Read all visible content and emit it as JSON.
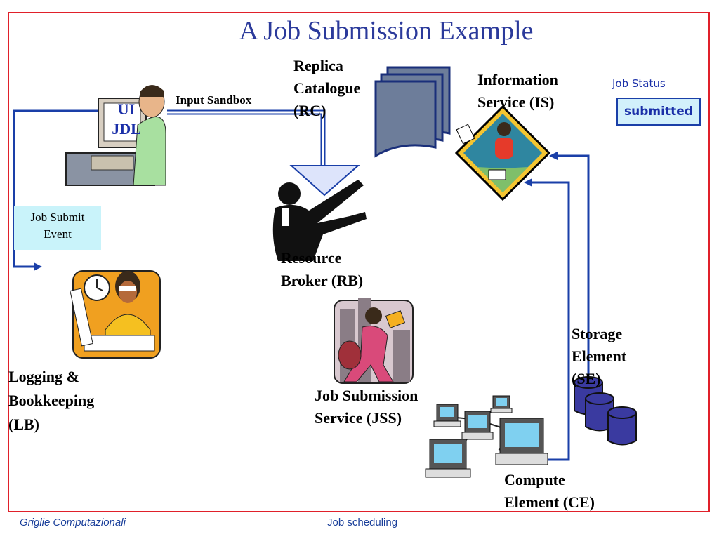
{
  "title": "A Job Submission Example",
  "labels": {
    "replica": "Replica\nCatalogue\n(RC)",
    "info_service": "Information\nService (IS)",
    "input_sandbox": "Input Sandbox",
    "ui_jdl": "UI\nJDL",
    "resource_broker": "Resource\nBroker (RB)",
    "job_submit_event": "Job Submit\nEvent",
    "logging": "Logging &\nBookkeeping\n(LB)",
    "jss": "Job Submission\nService (JSS)",
    "storage": "Storage\nElement\n(SE)",
    "compute": "Compute\nElement (CE)"
  },
  "job_status": {
    "label": "Job Status",
    "value": "submitted"
  },
  "footer": {
    "left": "Griglie Computazionali",
    "center": "Job scheduling"
  },
  "colors": {
    "title": "#2b3a9b",
    "frame": "#e0202a",
    "arrow": "#1a3fa8",
    "event_bg": "#c9f3fa",
    "status_bg": "#d2f0fb"
  }
}
